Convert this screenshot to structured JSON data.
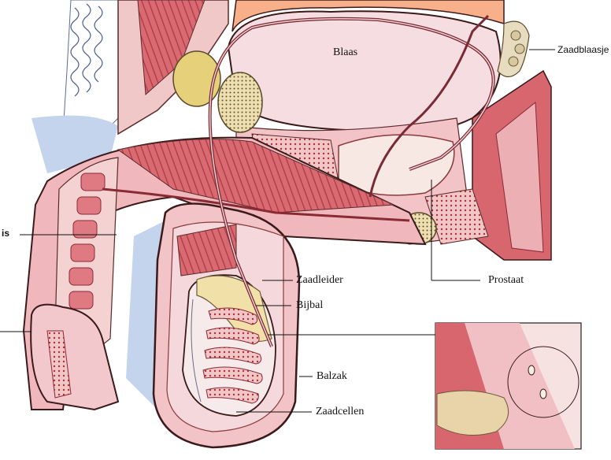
{
  "labels": {
    "blaas": "Blaas",
    "zaadblaasje": "Zaadblaasje",
    "penis_partial": "is",
    "zaadleider": "Zaadleider",
    "prostaat": "Prostaat",
    "bijbal": "Bijbal",
    "balzak": "Balzak",
    "zaadcellen": "Zaadcellen"
  },
  "colors": {
    "tissue_pink": "#e8a0a8",
    "tissue_light": "#f3d2d2",
    "muscle_red": "#c9505a",
    "dark_red": "#a8323c",
    "bladder": "#f4d6dc",
    "gland_yellow": "#e6d17a",
    "hair_blue": "#8aa0c8",
    "skin_blue": "#b8cbe6",
    "outline": "#3a1a1a"
  }
}
